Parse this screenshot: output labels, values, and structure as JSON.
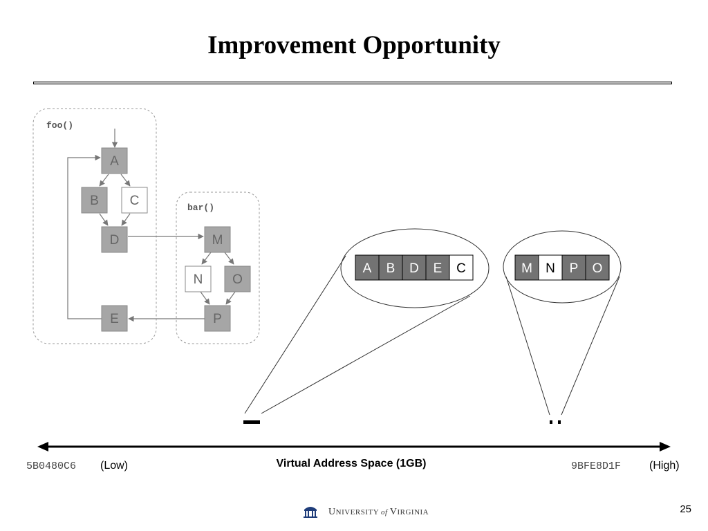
{
  "title": "Improvement Opportunity",
  "diagram": {
    "foo": {
      "label": "foo()",
      "blocks": [
        {
          "id": "A",
          "hot": true
        },
        {
          "id": "B",
          "hot": true
        },
        {
          "id": "C",
          "hot": false
        },
        {
          "id": "D",
          "hot": true
        },
        {
          "id": "E",
          "hot": true
        }
      ]
    },
    "bar": {
      "label": "bar()",
      "blocks": [
        {
          "id": "M",
          "hot": true
        },
        {
          "id": "N",
          "hot": false
        },
        {
          "id": "O",
          "hot": true
        },
        {
          "id": "P",
          "hot": true
        }
      ]
    },
    "layout_low": [
      "A",
      "B",
      "D",
      "E",
      "C"
    ],
    "layout_high": [
      "M",
      "N",
      "P",
      "O"
    ],
    "hot_order_low": [
      true,
      true,
      true,
      true,
      false
    ],
    "hot_order_high": [
      true,
      false,
      true,
      true
    ]
  },
  "axis": {
    "label": "Virtual Address Space (1GB)",
    "low_addr": "5B0480C6",
    "low_tag": "(Low)",
    "high_addr": "9BFE8D1F",
    "high_tag": "(High)"
  },
  "footer": {
    "univ_big1": "U",
    "univ_small1": "NIVERSITY",
    "univ_of": "of",
    "univ_big2": "V",
    "univ_small2": "IRGINIA",
    "page": "25"
  },
  "colors": {
    "hot_block": "#a6a6a6",
    "cold_block": "#ffffff",
    "hot_layout": "#737373",
    "text_gray": "#555555"
  }
}
